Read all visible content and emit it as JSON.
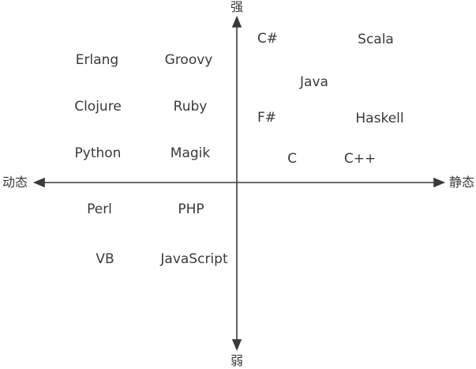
{
  "axes": {
    "top": "强",
    "bottom": "弱",
    "left": "动态",
    "right": "静态"
  },
  "languages": {
    "csharp": "C#",
    "scala": "Scala",
    "java": "Java",
    "fsharp": "F#",
    "haskell": "Haskell",
    "c": "C",
    "cpp": "C++",
    "erlang": "Erlang",
    "groovy": "Groovy",
    "clojure": "Clojure",
    "ruby": "Ruby",
    "python": "Python",
    "magik": "Magik",
    "perl": "Perl",
    "php": "PHP",
    "vb": "VB",
    "javascript": "JavaScript"
  },
  "colors": {
    "ink": "#3a3a3a",
    "background": "#ffffff"
  }
}
